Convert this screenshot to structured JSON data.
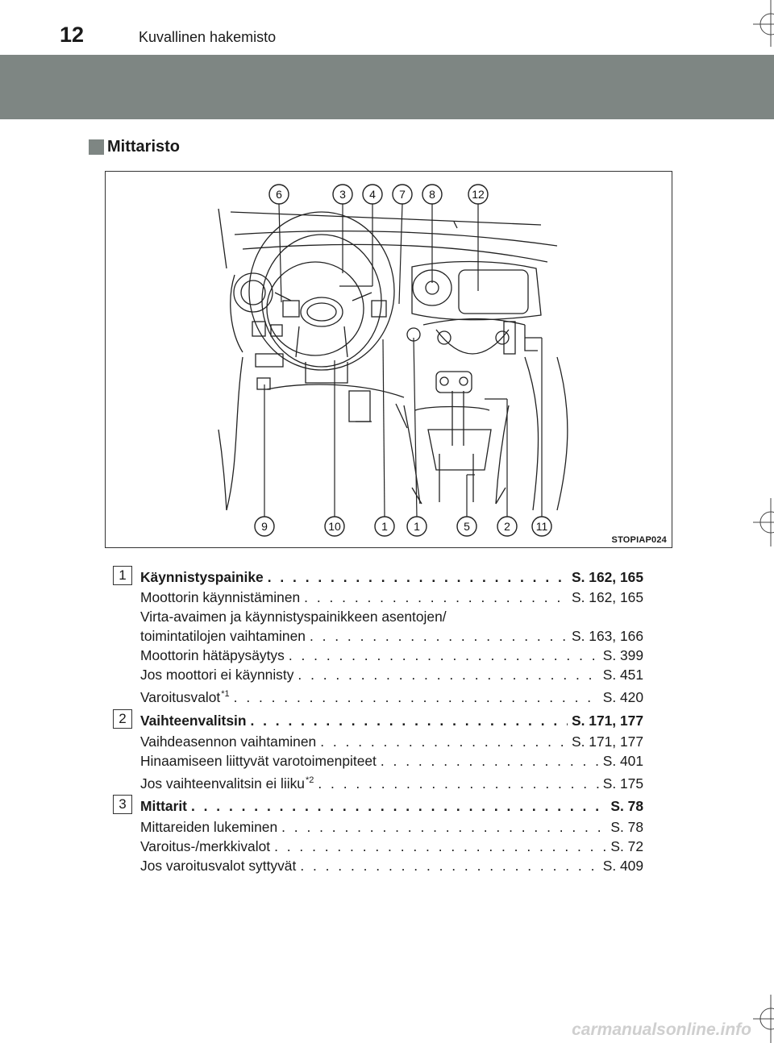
{
  "header": {
    "page_number": "12",
    "chapter_title": "Kuvallinen hakemisto"
  },
  "section": {
    "title": "Mittaristo"
  },
  "figure": {
    "code": "STOPIAP024",
    "callouts_top": [
      "6",
      "3",
      "4",
      "7",
      "8",
      "12"
    ],
    "callouts_bottom": [
      "9",
      "10",
      "1",
      "1",
      "5",
      "2",
      "11"
    ]
  },
  "entries": [
    {
      "marker": "1",
      "heading": {
        "label": "Käynnistyspainike",
        "ref": "S. 162, 165"
      },
      "items": [
        {
          "label": "Moottorin käynnistäminen",
          "ref": "S. 162, 165"
        },
        {
          "label": "Virta-avaimen ja käynnistyspainikkeen asentojen/"
        },
        {
          "label": "toimintatilojen vaihtaminen",
          "ref": "S. 163, 166"
        },
        {
          "label": "Moottorin hätäpysäytys",
          "ref": "S. 399"
        },
        {
          "label": "Jos moottori ei käynnisty",
          "ref": "S. 451"
        },
        {
          "label": "Varoitusvalot",
          "note": "*1",
          "ref": "S. 420"
        }
      ]
    },
    {
      "marker": "2",
      "heading": {
        "label": "Vaihteenvalitsin",
        "ref": "S. 171, 177"
      },
      "items": [
        {
          "label": "Vaihdeasennon vaihtaminen",
          "ref": "S. 171, 177"
        },
        {
          "label": "Hinaamiseen liittyvät varotoimenpiteet",
          "ref": "S. 401"
        },
        {
          "label": "Jos vaihteenvalitsin ei liiku",
          "note": "*2",
          "ref": "S. 175"
        }
      ]
    },
    {
      "marker": "3",
      "heading": {
        "label": "Mittarit",
        "ref": "S. 78"
      },
      "items": [
        {
          "label": "Mittareiden lukeminen",
          "ref": "S. 78"
        },
        {
          "label": "Varoitus-/merkkivalot",
          "ref": "S. 72"
        },
        {
          "label": "Jos varoitusvalot syttyvät",
          "ref": "S. 409"
        }
      ]
    }
  ],
  "watermark": "carmanualsonline.info"
}
